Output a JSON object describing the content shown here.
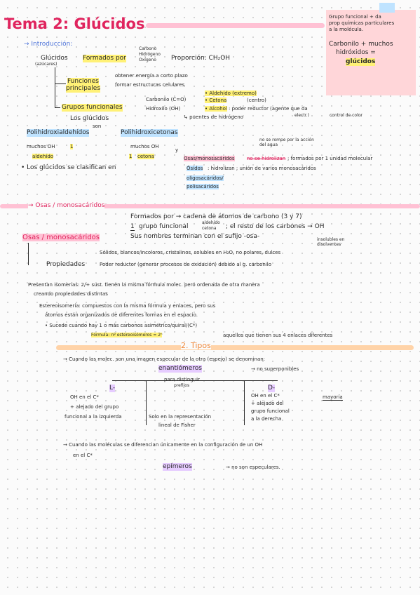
{
  "title": "Tema 2: Glúcidos",
  "sticky": {
    "line1": "Grupo funcional + da",
    "line2": "prop químicas particulares",
    "line3": "a la molécula.",
    "line4": "Carbonilo + muchos",
    "line5": "hidróxidos =",
    "line6": "glúcidos"
  },
  "intro": {
    "heading": "→ Introducción:",
    "glucidos": "Glúcidos",
    "azucares": "(azúcares)",
    "formados": "Formados por",
    "carbono": "Carbono",
    "hidrogeno": "Hidrógeno",
    "oxigeno": "Oxígeno",
    "proporcion": "Proporción: CH₂OH",
    "funciones1": "Funciones",
    "funciones2": "principales",
    "f1": "obtener energía a corto plazo",
    "f2": "formar estructuras celulares",
    "grupos": "Grupos funcionales",
    "carbonilo": "Carbonilo (C=O)",
    "hidroxilo": "Hidroxilo (OH)",
    "aldehido": "• Aldehído (extremo)",
    "cetona": "• Cetona",
    "centro": "(centro)",
    "alcohol": "• Alcohol",
    "poder_red": ": poder reductor (agente que da",
    "electr": "electr.)",
    "control": "control de color",
    "puentes": "↳ puentes de hidrógeno",
    "los_glucidos": "Los glúcidos",
    "son": "son",
    "polihidroxialdehidos": "Polihidroxialdehídos",
    "polihidroxicetonas": "Polihidroxicetonas",
    "muchos_oh_1": "muchos OH",
    "num1": "1",
    "muchos_oh_2": "muchos OH",
    "y": "y",
    "aldehido2": "aldehído",
    "num2": "1",
    "cetona2": "cetona",
    "clasifican": "• Los glúcidos se clasifican en",
    "osas_mono": "Osas/monosacáridos",
    "no_hidrolizan": "no se hidrolizan",
    "formados_uno": "; formados por 1 unidad molecular",
    "no_rompe": "no se rompe por la acción del agua",
    "osidos": "Ósidos",
    "hidrolizan": ": hidrolizan ; unión de varios monosacáridos",
    "oligo": "oligosacáridos/",
    "poli": "polisacáridos"
  },
  "osas": {
    "heading": "→ Osas / monosacáridos",
    "label": "Osas / monosacáridos",
    "formados": "Formados por → cadena de átomos de carbono (3 y 7)",
    "grupo": "grupo funcional",
    "aldehido": "aldehído",
    "cetona": "cetona",
    "resto": "; el resto de los carbones → OH",
    "sufijo": "Sus nombres terminan con el sufijo -osa-",
    "insolubles": "insolubles en disolventes",
    "propiedades": "Propiedades",
    "p1": "Sólidos, blancos/incoloros, cristalinos, solubles en H₂O, no polares, dulces",
    "p2": "Poder reductor (generar procesos de oxidación) debido al g. carbonilo",
    "isomeros": "Presentan isomerías: 2/+ sust. tienen la misma fórmula molec. pero ordenada de otra manera",
    "creando": "creando propiedades distintas",
    "estereo": "Estereoisomería: compuestos con la misma fórmula y enlaces, pero sus",
    "estereo2": "átomos están organizados de diferentes formas en el espacio.",
    "sucede": "• Sucede cuando hay 1 o más carbonos asimétrico/quiral/(C*)",
    "formula": "Fórmula: nº estereoisómeros = 2ⁿ",
    "aquellos": "aquellos que tienen sus 4 enlaces diferentes"
  },
  "tipos": {
    "heading": "2. Tipos",
    "cuando": "→ Cuando las molec. son una imagen especular de la otra (espejo) se denominan:",
    "enantiomeros": "enantiómeros",
    "no_super": "→ no superponibles",
    "para_dist": "para distinguir",
    "prefijos": "prefijos",
    "l": "L-",
    "d": "D-",
    "l1": "OH en el C*",
    "l2": "+ alejado del grupo",
    "l3": "funcional a la izquierda",
    "centro1": "Solo en la representación",
    "centro2": "lineal de Fisher",
    "d1": "OH en el C*",
    "d2": "+ alejado del",
    "d3": "grupo funcional",
    "d4": "a la derecha",
    "mayoria": "mayoría",
    "cuando2": "→ Cuando las moléculas se diferencian únicamente en la configuración de un OH",
    "en_el": "en el C*",
    "epimeros": "epímeros",
    "no_esp": "→ no son especulares."
  }
}
